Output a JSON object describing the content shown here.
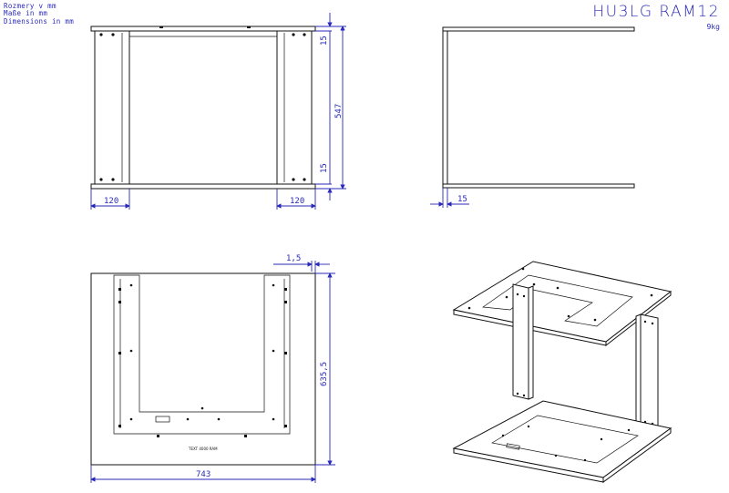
{
  "units": {
    "line1": "Rozmery v mm",
    "line2": "Maße in mm",
    "line3": "Dimensions in mm"
  },
  "title": "HU3LG RAM12",
  "weight": "9kg",
  "front_view": {
    "dim_top_offset": "15",
    "dim_height": "547",
    "dim_bottom_offset": "15",
    "dim_left_width": "120",
    "dim_right_width": "120"
  },
  "side_view": {
    "dim_thickness": "15"
  },
  "top_view": {
    "dim_flange": "1,5",
    "dim_depth": "635,5",
    "dim_width": "743",
    "plate_label": "TEXT 4000 RAM"
  },
  "colors": {
    "dimension": "#2a2ab8",
    "drawing": "#111111"
  }
}
